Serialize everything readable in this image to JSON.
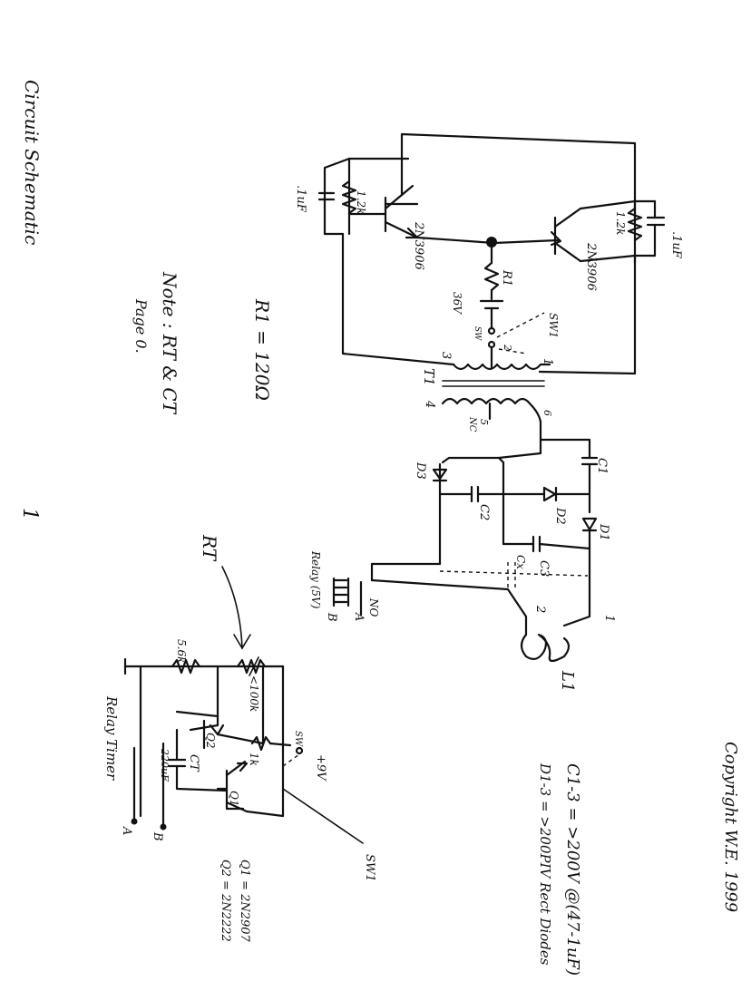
{
  "page": {
    "title": "Circuit Schematic",
    "page_number": "1",
    "copyright": "Copyright W.E. 1999"
  },
  "notes": {
    "r1_value": "R1 = 120Ω",
    "note_line1": "Note : RT & CT",
    "note_line2": "Page 0."
  },
  "specs": {
    "c_spec": "C1-3 = >200V @(47-1uF)",
    "d_spec": "D1-3 = >200PIV Rect Diodes",
    "q1_spec": "Q1 = 2N2907",
    "q2_spec": "Q2 = 2N2222"
  },
  "oscillator": {
    "cap_left": ".1uF",
    "res_left": "1.2k",
    "cap_right": ".1uF",
    "res_right": "1.2k",
    "transistor_left": "2N3906",
    "transistor_right": "2N3906",
    "r1": "R1",
    "battery": "36V",
    "sw_label": "SW",
    "sw1_label": "SW1",
    "pin_2": "2",
    "pin_3": "3",
    "pin_1": "1",
    "pin_4": "4",
    "pin_5": "5",
    "pin_6": "6",
    "nc": "NC",
    "transformer": "T1"
  },
  "multiplier": {
    "c1": "C1",
    "c2": "C2",
    "c3": "C3",
    "cx": "Cx",
    "d1": "D1",
    "d2": "D2",
    "d3": "D3",
    "l1": "L1",
    "l1_pin1": "1",
    "l1_pin2": "2"
  },
  "relay": {
    "label": "Relay (5V)",
    "no": "NO",
    "a": "A",
    "b": "B"
  },
  "timer": {
    "rt_label": "RT",
    "title": "Relay Timer",
    "r_56k": "5.6k",
    "r_100k": "<100k",
    "r_1k": "1k",
    "ct": "CT",
    "ct_value": "220uF",
    "q1": "Q1",
    "q2": "Q2",
    "v9": "+9V",
    "sw": "SW",
    "sw1": "SW1",
    "out_a": "A",
    "out_b": "B"
  }
}
